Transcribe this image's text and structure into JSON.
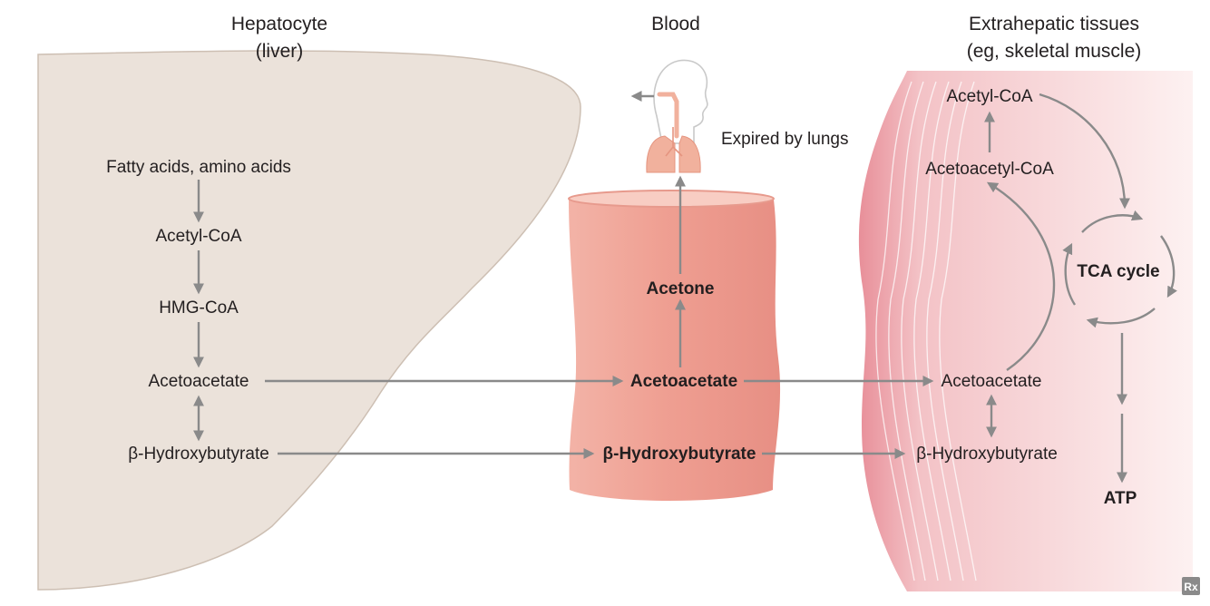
{
  "headers": {
    "liver_line1": "Hepatocyte",
    "liver_line2": "(liver)",
    "blood": "Blood",
    "tissue_line1": "Extrahepatic tissues",
    "tissue_line2": "(eg, skeletal muscle)"
  },
  "liver": {
    "fatty_acids": "Fatty acids, amino acids",
    "acetyl_coa": "Acetyl-CoA",
    "hmg_coa": "HMG-CoA",
    "acetoacetate": "Acetoacetate",
    "hydroxybutyrate": "β-Hydroxybutyrate"
  },
  "blood": {
    "expired": "Expired by lungs",
    "acetone": "Acetone",
    "acetoacetate": "Acetoacetate",
    "hydroxybutyrate": "β-Hydroxybutyrate"
  },
  "tissue": {
    "acetyl_coa": "Acetyl-CoA",
    "acetoacetyl_coa": "Acetoacetyl-CoA",
    "tca_cycle": "TCA cycle",
    "acetoacetate": "Acetoacetate",
    "hydroxybutyrate": "β-Hydroxybutyrate",
    "atp": "ATP"
  },
  "logo": "Rx",
  "colors": {
    "liver_fill": "#ebe2da",
    "liver_stroke": "#cdbfb3",
    "vessel_fill": "#efa194",
    "muscle_fill": "#f7d3d5",
    "lungs_fill": "#f1b19d",
    "arrow": "#8a8a8a",
    "text": "#231f20"
  }
}
